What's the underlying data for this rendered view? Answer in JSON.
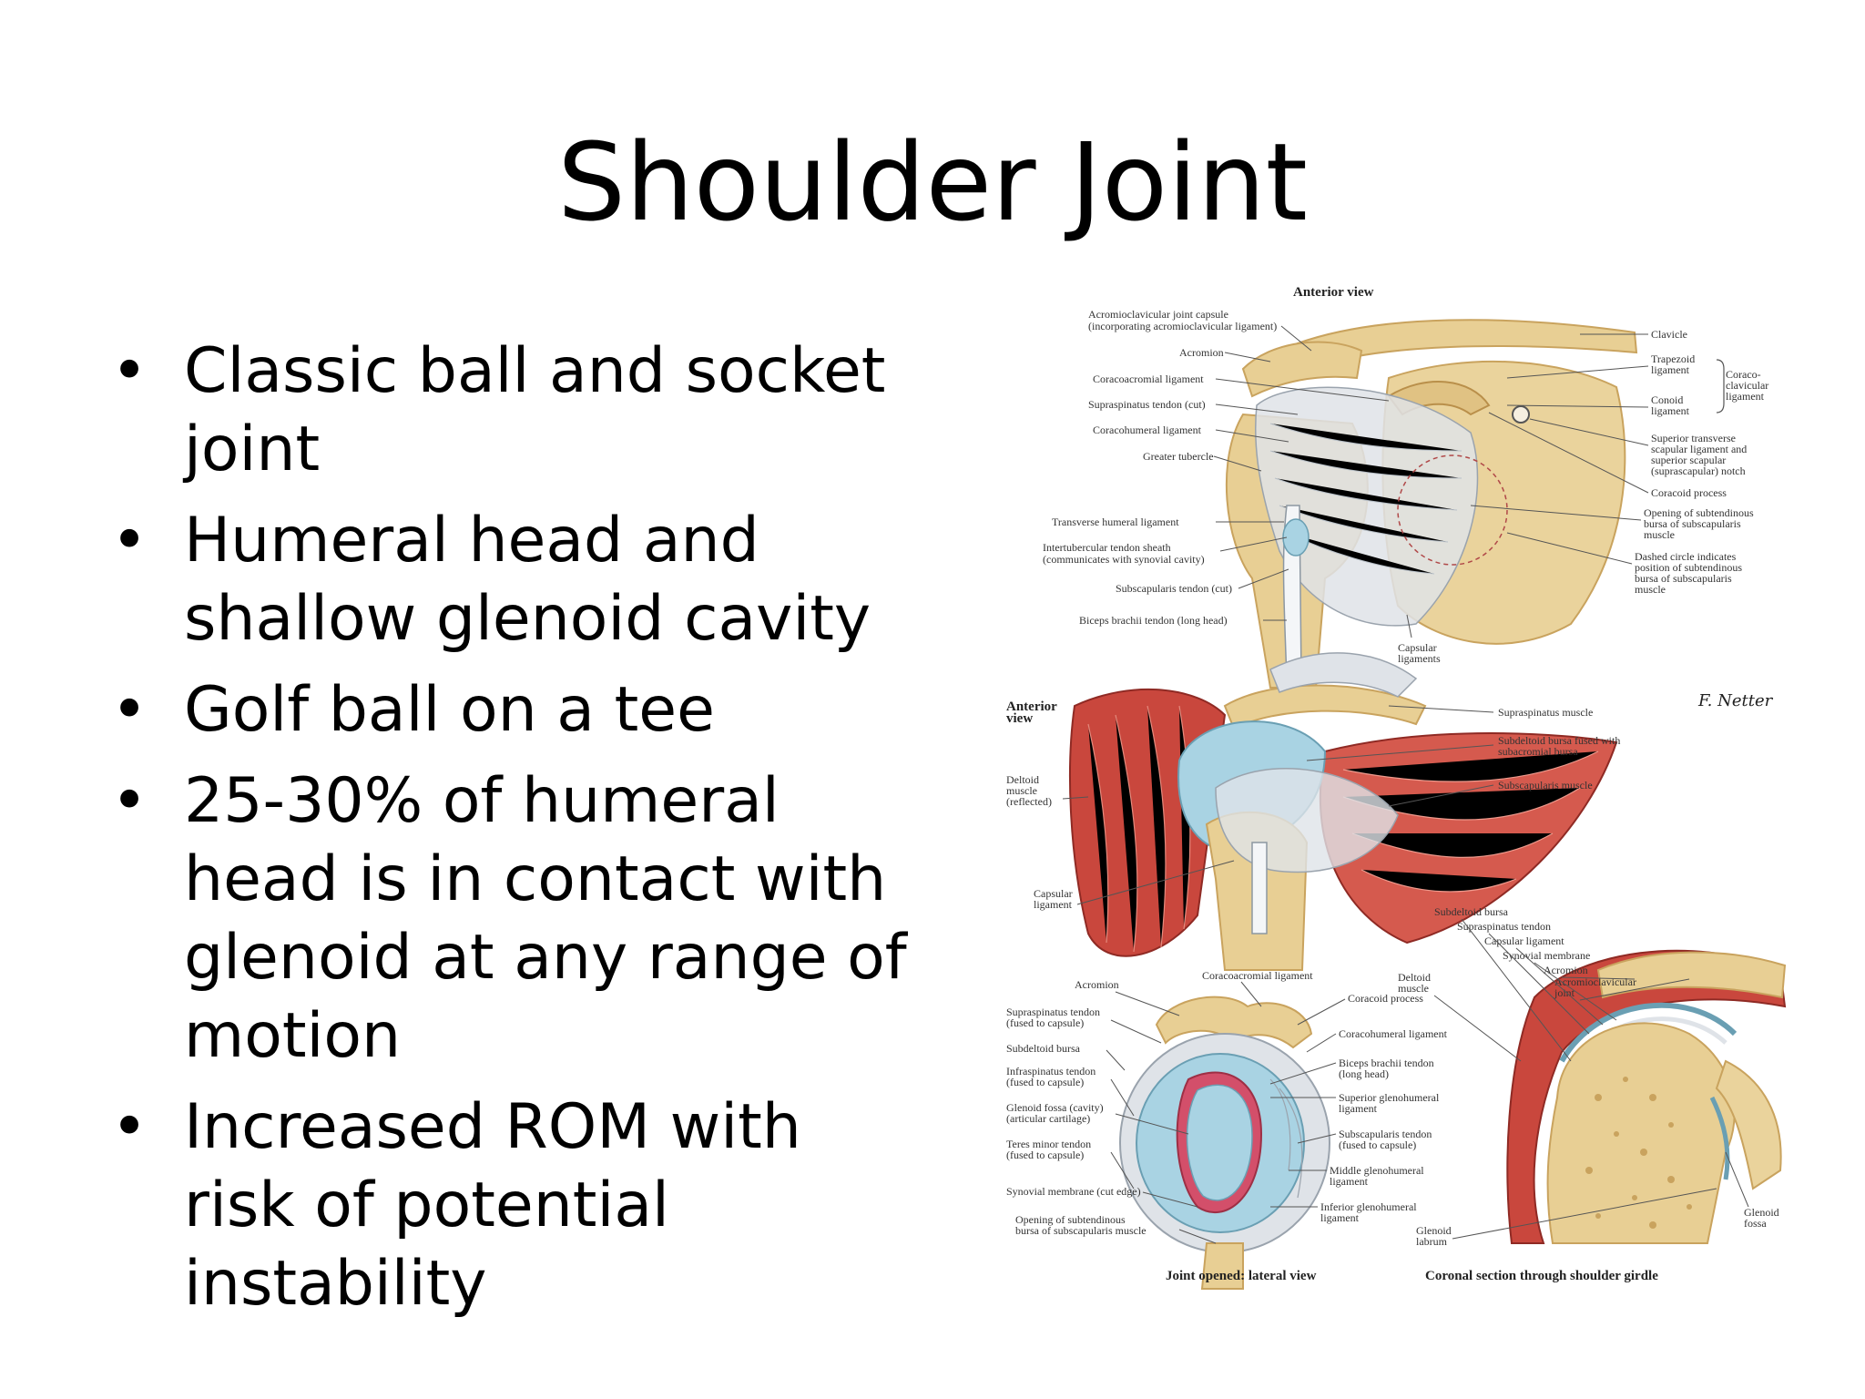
{
  "slide": {
    "title": "Shoulder Joint",
    "bullets": [
      "Classic ball and socket joint",
      "Humeral head and shallow glenoid cavity",
      "Golf ball on a tee",
      "25-30% of humeral head is in contact with glenoid at any range of motion",
      "Increased ROM with risk of potential instability"
    ],
    "bullet_glyph": "•"
  },
  "figure": {
    "top_panel": {
      "caption": "Anterior view",
      "labels_left": [
        "Acromioclavicular joint capsule",
        "(incorporating acromioclavicular ligament)",
        "Acromion",
        "Coracoacromial ligament",
        "Supraspinatus tendon (cut)",
        "Coracohumeral ligament",
        "Greater tubercle",
        "Transverse humeral ligament",
        "Intertubercular tendon sheath",
        "(communicates with synovial cavity)",
        "Subscapularis tendon (cut)",
        "Biceps brachii tendon (long head)"
      ],
      "labels_right": [
        "Clavicle",
        "Trapezoid",
        "ligament",
        "Conoid",
        "ligament",
        "Coraco-",
        "clavicular",
        "ligament",
        "Superior transverse",
        "scapular ligament and",
        "superior scapular",
        "(suprascapular) notch",
        "Coracoid process",
        "Opening of subtendinous",
        "bursa of subscapularis",
        "muscle",
        "Dashed circle indicates",
        "position of subtendinous",
        "bursa of subscapularis",
        "muscle"
      ],
      "labels_bottom": [
        "Capsular",
        "ligaments"
      ],
      "signature": "F. Netter"
    },
    "middle_panel": {
      "caption": [
        "Anterior",
        "view"
      ],
      "labels_left": [
        "Deltoid",
        "muscle",
        "(reflected)",
        "Capsular",
        "ligament"
      ],
      "labels_right": [
        "Supraspinatus muscle",
        "Subdeltoid bursa fused with",
        "subacromial bursa",
        "Subscapularis muscle"
      ]
    },
    "lateral_panel": {
      "labels_top": [
        "Coracoacromial ligament",
        "Acromion"
      ],
      "labels_left": [
        "Supraspinatus tendon",
        "(fused to capsule)",
        "Subdeltoid bursa",
        "Infraspinatus tendon",
        "(fused to capsule)",
        "Glenoid fossa (cavity)",
        "(articular cartilage)",
        "Teres minor tendon",
        "(fused to capsule)",
        "Synovial membrane (cut edge)",
        "Opening of subtendinous",
        "bursa of subscapularis muscle"
      ],
      "labels_right": [
        "Coracoid process",
        "Coracohumeral ligament",
        "Biceps brachii tendon",
        "(long head)",
        "Superior glenohumeral",
        "ligament",
        "Subscapularis tendon",
        "(fused to capsule)",
        "Middle glenohumeral",
        "ligament",
        "Inferior glenohumeral",
        "ligament"
      ],
      "caption": "Joint opened: lateral view"
    },
    "coronal_panel": {
      "labels": [
        "Subdeltoid bursa",
        "Supraspinatus tendon",
        "Capsular ligament",
        "Synovial membrane",
        "Acromion",
        "Acromioclavicular",
        "joint",
        "Deltoid",
        "muscle",
        "Glenoid",
        "fossa",
        "Glenoid",
        "labrum"
      ],
      "caption": "Coronal section through shoulder girdle"
    }
  },
  "colors": {
    "bone": "#e8cf94",
    "bone_shadow": "#c9a35e",
    "ligament": "#dfe3e8",
    "muscle": "#c9473d",
    "muscle_light": "#e07a6a",
    "cartilage": "#a9d3e3",
    "synovial": "#d34f6a",
    "text": "#000000"
  }
}
